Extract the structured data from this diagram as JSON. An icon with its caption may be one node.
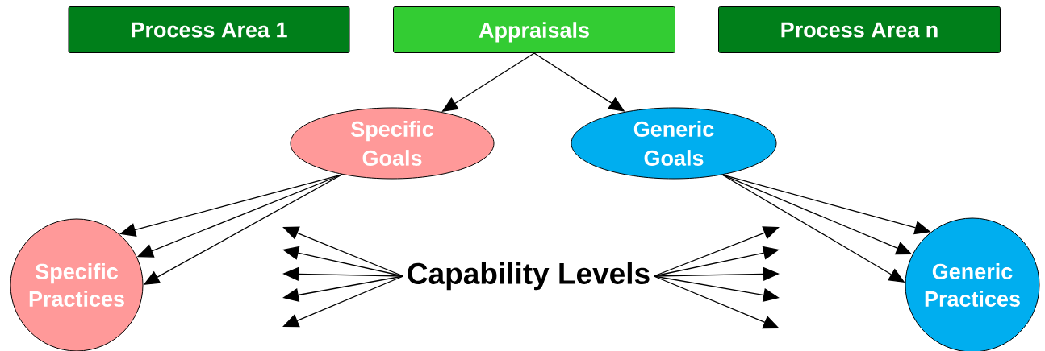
{
  "diagram": {
    "nodes": [
      {
        "text": [
          "Process Area 1"
        ]
      },
      {
        "text": [
          "Appraisals"
        ]
      },
      {
        "text": [
          "Process Area n"
        ]
      },
      {
        "text": [
          "Specific Goals"
        ]
      },
      {
        "text": [
          "Generic Goals"
        ]
      },
      {
        "text": [
          "Specific Practices"
        ]
      },
      {
        "text": [
          "Capability Levels"
        ]
      },
      {
        "text": [
          "Generic Practices"
        ]
      }
    ],
    "edges": [
      {
        "from": 1,
        "to": 3,
        "arrow": "to"
      },
      {
        "from": 1,
        "to": 4,
        "arrow": "to"
      },
      {
        "from": 3,
        "to": 5,
        "arrow": "to"
      },
      {
        "from": 3,
        "to": 5,
        "arrow": "to"
      },
      {
        "from": 3,
        "to": 5,
        "arrow": "to"
      },
      {
        "from": 4,
        "to": 7,
        "arrow": "to"
      },
      {
        "from": 4,
        "to": 7,
        "arrow": "to"
      },
      {
        "from": 4,
        "to": 7,
        "arrow": "to"
      },
      {
        "from": 6,
        "to": null,
        "arrow": "to"
      },
      {
        "from": 6,
        "to": null,
        "arrow": "to"
      },
      {
        "from": 6,
        "to": null,
        "arrow": "to"
      },
      {
        "from": 6,
        "to": null,
        "arrow": "to"
      },
      {
        "from": 6,
        "to": null,
        "arrow": "to"
      },
      {
        "from": 6,
        "to": null,
        "arrow": "to"
      },
      {
        "from": 6,
        "to": null,
        "arrow": "to"
      },
      {
        "from": 6,
        "to": null,
        "arrow": "to"
      },
      {
        "from": 6,
        "to": null,
        "arrow": "to"
      },
      {
        "from": 6,
        "to": null,
        "arrow": "to"
      }
    ]
  }
}
